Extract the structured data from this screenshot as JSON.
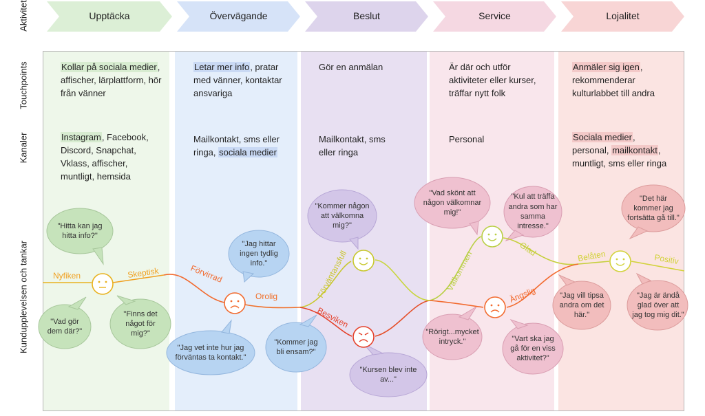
{
  "row_labels": {
    "activity": "Aktivitet",
    "touchpoints": "Touchpoints",
    "channels": "Kanaler",
    "experience": "Kundupplevelsen och tankar"
  },
  "stages": [
    {
      "name": "Upptäcka",
      "touchpoints": {
        "hl": "Kollar på sociala medier",
        "rest": ", affischer, lärplattform, hör från vänner"
      },
      "channels": {
        "hl": "Instagram",
        "rest": ", Facebook, Discord, Snapchat, Vklass, affischer, muntligt, hemsida"
      }
    },
    {
      "name": "Övervägande",
      "touchpoints": {
        "hl": "Letar mer info",
        "rest": ", pratar med vänner, kontaktar ansvariga"
      },
      "channels": {
        "pre": "Mailkontakt, sms eller ringa, ",
        "hl": "sociala medier"
      }
    },
    {
      "name": "Beslut",
      "touchpoints": {
        "plain": "Gör en anmälan"
      },
      "channels": {
        "plain": "Mailkontakt, sms eller ringa"
      }
    },
    {
      "name": "Service",
      "touchpoints": {
        "plain": "Är där och utför aktiviteter eller kurser, träffar nytt folk"
      },
      "channels": {
        "plain": "Personal"
      }
    },
    {
      "name": "Lojalitet",
      "touchpoints": {
        "hl": "Anmäler sig igen",
        "rest": ", rekommenderar kulturlabbet till andra"
      },
      "channels": {
        "hl1": "Sociala medier",
        "mid": ", personal, ",
        "hl2": "mailkontakt",
        "rest": ", muntligt, sms eller ringa"
      }
    }
  ],
  "colors": {
    "upptacka": "#dcefd6",
    "overvagande": "#d6e3f8",
    "beslut": "#ddd4ec",
    "service": "#f5d8e2",
    "lojalitet": "#f8d5d5",
    "upptacka_col": "#eef7ea",
    "overvagande_col": "#e4eefb",
    "beslut_col": "#e8e0f2",
    "service_col": "#f9e6ec",
    "lojalitet_col": "#fbe4e2",
    "yellow": "#e0c01c",
    "orange": "#f5a623",
    "red_orange": "#f26a2e",
    "red": "#e5402a",
    "lime": "#c8d63b"
  },
  "curve_labels": {
    "nyfiken": "Nyfiken",
    "skeptisk": "Skeptisk",
    "forvirrad": "Förvirrad",
    "orolig": "Orolig",
    "forvantansfull": "Förväntansfull",
    "besviken": "Besviken",
    "valkommen": "Välkommen",
    "glad": "Glad",
    "angslig": "Ängslig",
    "belaten": "Belåten",
    "positiv": "Positiv"
  },
  "faces": {
    "neutral": "neutral-face-icon",
    "sad": "sad-face-icon",
    "happy": "happy-face-icon",
    "angry": "angry-face-icon"
  },
  "bubbles": [
    {
      "key": "b1",
      "text": "\"Hitta kan jag hitta info?\""
    },
    {
      "key": "b2",
      "text": "\"Vad gör dem där?\""
    },
    {
      "key": "b3",
      "text": "\"Finns det något för mig?\""
    },
    {
      "key": "b4",
      "text": "\"Jag hittar ingen tydlig info.\""
    },
    {
      "key": "b5",
      "text": "\"Jag vet inte hur jag förväntas ta kontakt.\""
    },
    {
      "key": "b6",
      "text": "\"Kommer jag bli ensam?\""
    },
    {
      "key": "b7",
      "text": "\"Kommer någon att välkomna mig?\""
    },
    {
      "key": "b8",
      "text": "\"Kursen blev inte av...\""
    },
    {
      "key": "b9",
      "text": "\"Vad skönt att någon välkomnar mig!\""
    },
    {
      "key": "b10",
      "text": "\"Kul att träffa andra som har samma intresse.\""
    },
    {
      "key": "b11",
      "text": "\"Rörigt...mycket intryck.\""
    },
    {
      "key": "b12",
      "text": "\"Vart ska jag gå för en viss aktivitet?\""
    },
    {
      "key": "b13",
      "text": "\"Det här kommer jag fortsätta gå till.\""
    },
    {
      "key": "b14",
      "text": "\"Jag vill tipsa andra om det här.\""
    },
    {
      "key": "b15",
      "text": "\"Jag är ändå glad över att jag tog mig dit.\""
    }
  ]
}
